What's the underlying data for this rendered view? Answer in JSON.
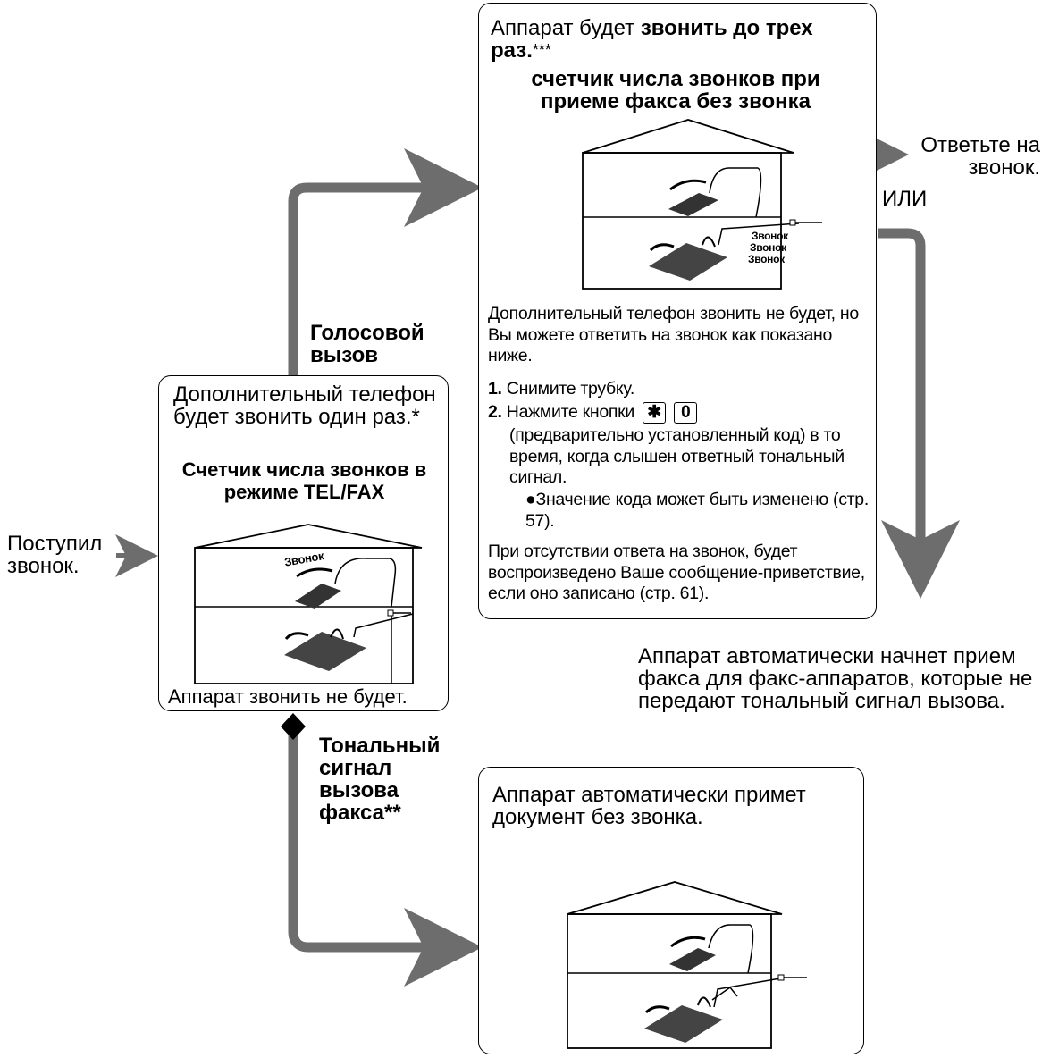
{
  "incoming": {
    "label": "Поступил звонок."
  },
  "left_box": {
    "text": "Дополнительный телефон будет звонить один раз.*",
    "title": "Счетчик числа звонков в режиме TEL/FAX",
    "ring_word": "Звонок",
    "footer": "Аппарат звонить не будет."
  },
  "voice_label": "Голосовой вызов",
  "fax_label": "Тональный сигнал вызова факса**",
  "top_box": {
    "intro_plain": "Аппарат будет ",
    "intro_bold": "звонить до трех раз.",
    "intro_stars": "***",
    "title": "счетчик числа звонков при приеме факса без звонка",
    "ring_words": [
      "Звонок",
      "Звонок",
      "Звонок"
    ],
    "desc": "Дополнительный телефон звонить не будет, но Вы можете ответить на звонок как показано ниже.",
    "step1_num": "1.",
    "step1": "Снимите трубку.",
    "step2_num": "2.",
    "step2": "Нажмите кнопки",
    "key_star": "✱",
    "key_zero": "0",
    "step2_detail": "(предварительно установленный код) в то время, когда слышен ответный тональный сигнал.",
    "bullet": "Значение кода может быть изменено (стр. 57).",
    "footer": "При отсутствии ответа на  звонок, будет воспроизведено Ваше сообщение-приветствие, если оно записано (стр. 61)."
  },
  "answer_label": "Ответьте на звонок.",
  "or_label": "ИЛИ",
  "auto_note": "Аппарат автоматически начнет прием факса для факс-аппаратов, которые не передают тональный сигнал вызова.",
  "bottom_box": {
    "text": "Аппарат автоматически примет документ без звонка."
  },
  "colors": {
    "arrow": "#6d6d6d",
    "line": "#000000"
  }
}
